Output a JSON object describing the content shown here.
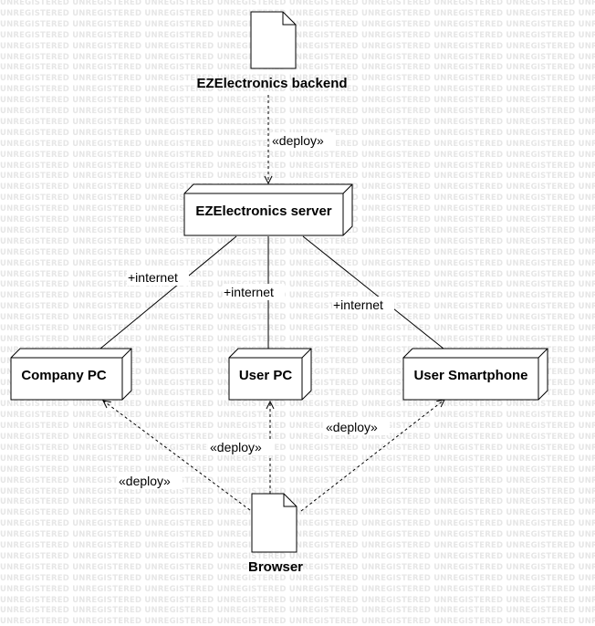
{
  "watermark": {
    "text": "UNREGISTERED"
  },
  "diagram": {
    "artifacts": {
      "backend": {
        "label": "EZElectronics backend"
      },
      "browser": {
        "label": "Browser"
      }
    },
    "nodes": {
      "server": {
        "label": "EZElectronics server"
      },
      "company_pc": {
        "label": "Company PC"
      },
      "user_pc": {
        "label": "User PC"
      },
      "user_smartphone": {
        "label": "User Smartphone"
      }
    },
    "edges": {
      "backend_to_server": {
        "label": "«deploy»",
        "stereotype": "deploy"
      },
      "server_company_pc": {
        "label": "+internet"
      },
      "server_user_pc": {
        "label": "+internet"
      },
      "server_user_smartphone": {
        "label": "+internet"
      },
      "browser_to_company_pc": {
        "label": "«deploy»",
        "stereotype": "deploy"
      },
      "browser_to_user_pc": {
        "label": "«deploy»",
        "stereotype": "deploy"
      },
      "browser_to_user_smartphone": {
        "label": "«deploy»",
        "stereotype": "deploy"
      }
    }
  }
}
